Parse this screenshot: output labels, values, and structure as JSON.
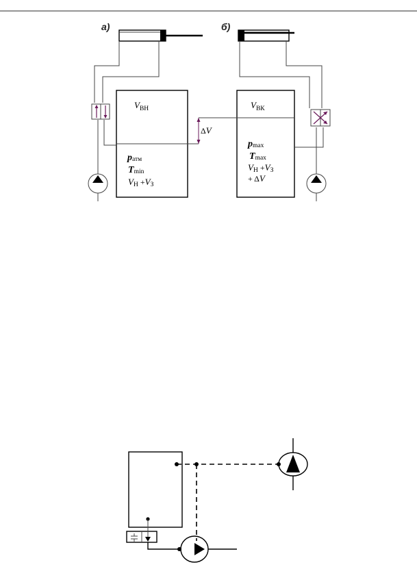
{
  "figure_a": {
    "label": "а)",
    "tank_top_volume": {
      "symbol": "V",
      "sub": "ВН"
    },
    "pressure": {
      "symbol": "p",
      "sub": "атм"
    },
    "temperature": {
      "symbol": "T",
      "sub": "min"
    },
    "volume_sum": {
      "v1": "V",
      "s1": "Н",
      "plus": "+",
      "v2": "V",
      "s2": "З"
    }
  },
  "figure_b": {
    "label": "б)",
    "tank_top_volume": {
      "symbol": "V",
      "sub": "ВК"
    },
    "pressure": {
      "symbol": "p",
      "sub": "max"
    },
    "temperature": {
      "symbol": "T",
      "sub": "max"
    },
    "volume_sum": {
      "v1": "V",
      "s1": "Н",
      "plus": "+",
      "v2": "V",
      "s2": "З"
    },
    "delta_line": {
      "plus": "+ Δ",
      "v": "V"
    }
  },
  "delta_v": {
    "delta": "Δ",
    "v": "V"
  },
  "colors": {
    "line": "#000000",
    "accent": "#6a1a5a",
    "header_rule": "#555555"
  },
  "icons": [
    "hydraulic-cylinder-icon",
    "directional-valve-icon",
    "pump-icon",
    "hydraulic-motor-icon",
    "check-valve-icon"
  ]
}
